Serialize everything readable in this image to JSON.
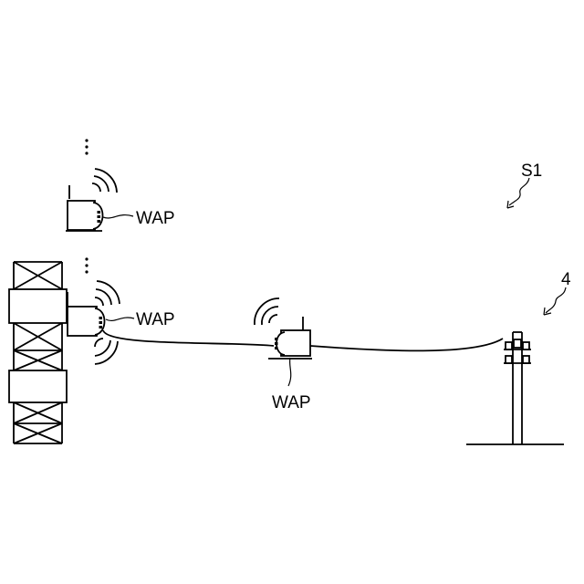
{
  "figure_label": "S1",
  "pole_label": "4",
  "wap_labels": [
    "WAP",
    "WAP",
    "WAP"
  ],
  "icons": [
    "vertical-ellipsis-icon",
    "wifi-waves-icon",
    "wireless-access-point-icon",
    "lattice-tower-icon",
    "utility-pole-icon"
  ]
}
